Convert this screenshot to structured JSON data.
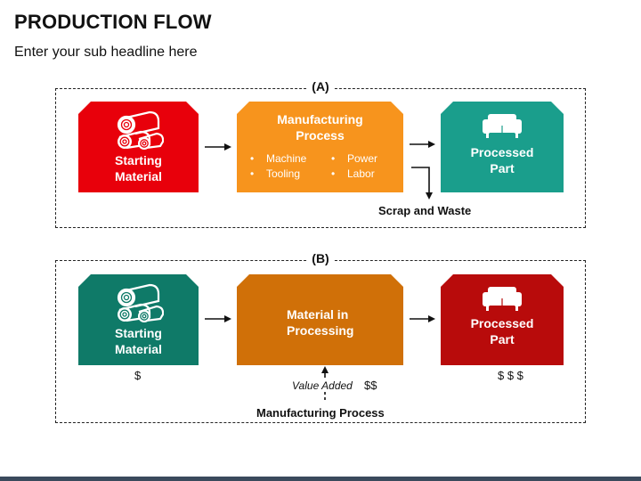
{
  "header": {
    "title": "PRODUCTION FLOW",
    "subtitle": "Enter your sub headline here"
  },
  "section_a": {
    "label": "(A)",
    "starting": {
      "line1": "Starting",
      "line2": "Material",
      "color": "#e8000b",
      "icon": "logs-icon"
    },
    "process": {
      "line1": "Manufacturing",
      "line2": "Process",
      "color": "#f7941d",
      "bullets": [
        "Machine",
        "Tooling",
        "Power",
        "Labor"
      ]
    },
    "processed": {
      "line1": "Processed",
      "line2": "Part",
      "color": "#1a9e8c",
      "icon": "sofa-icon"
    },
    "waste": "Scrap and Waste"
  },
  "section_b": {
    "label": "(B)",
    "starting": {
      "line1": "Starting",
      "line2": "Material",
      "color": "#0f7a68",
      "icon": "logs-icon"
    },
    "process": {
      "line1": "Material in",
      "line2": "Processing",
      "color": "#d07008"
    },
    "processed": {
      "line1": "Processed",
      "line2": "Part",
      "color": "#b80b0b",
      "icon": "sofa-icon"
    },
    "cost_start": "$",
    "value_added": "Value Added",
    "cost_mid": "$$",
    "cost_end": "$ $ $",
    "caption": "Manufacturing Process"
  }
}
